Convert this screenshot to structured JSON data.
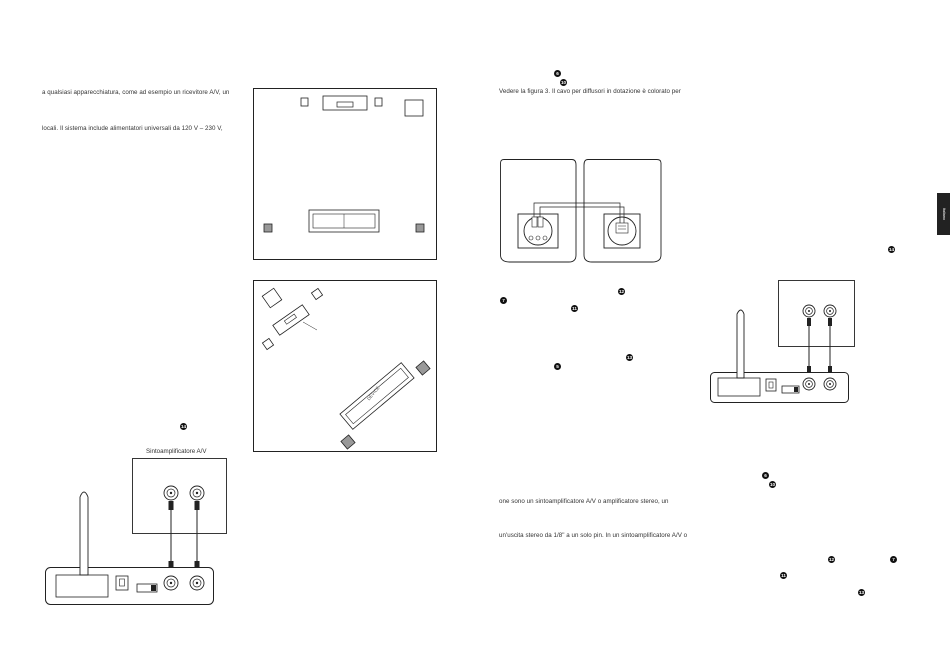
{
  "left_page": {
    "para_1": "a qualsiasi apparecchiatura, come ad esempio un ricevitore A/V, un",
    "para_2": "locali. Il sistema include alimentatori universali da 120 V – 230 V,",
    "receiver_label": "Sintoamplificatore A/V",
    "badge_14": "14"
  },
  "figure_top": {},
  "figure_angled": {
    "bar_label": "DEVICE"
  },
  "right_page": {
    "badge_6a": "6",
    "badge_10a": "10",
    "para_figure": "Vedere la figura 3. Il cavo per diffusori in dotazione è colorato per",
    "badge_12a": "12",
    "badge_7a": "7",
    "badge_11a": "11",
    "badge_13a": "13",
    "badge_5a": "5",
    "badge_14b": "14",
    "badge_6b": "6",
    "badge_10b": "10",
    "para_amp": "one sono un sintoamplificatore A/V o amplificatore stereo, un",
    "para_output": "un'uscita stereo da 1/8\" a un solo pin. In un sintoamplificatore A/V o",
    "badge_12b": "12",
    "badge_7b": "7",
    "badge_11b": "11",
    "badge_13b": "13"
  },
  "side_tab": {
    "label": "Italiano"
  },
  "colors": {
    "ink": "#222222",
    "tab": "#222222"
  }
}
